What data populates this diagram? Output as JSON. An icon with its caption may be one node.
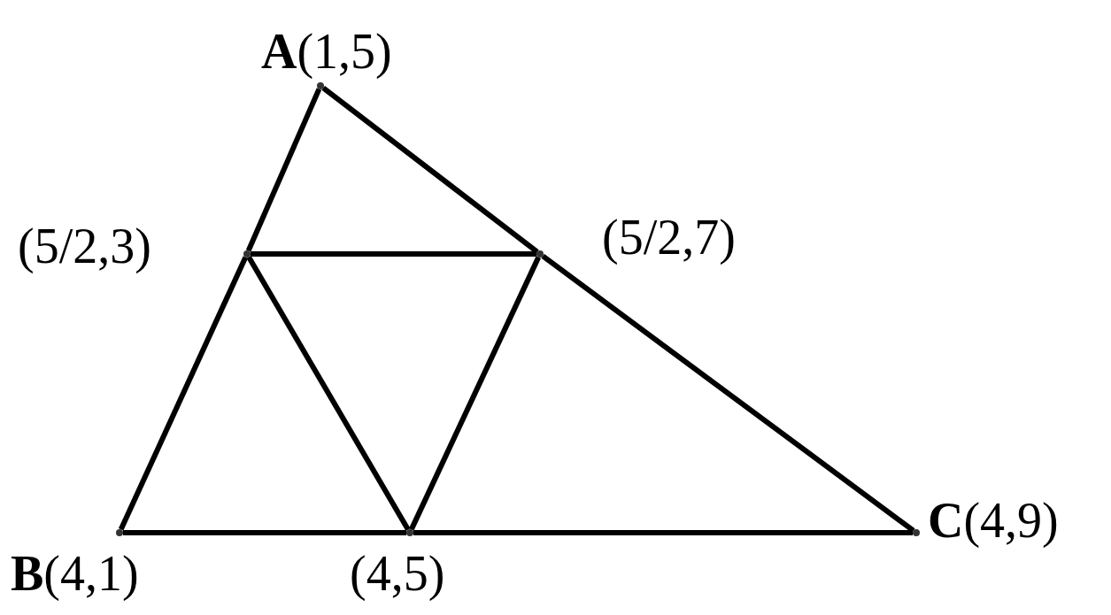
{
  "diagram": {
    "nodes": [
      {
        "text": [],
        "shape": "dot",
        "beside": [
          "**A**(1,5)"
        ]
      },
      {
        "text": [],
        "shape": "dot",
        "beside": [
          "(5/2,3)"
        ]
      },
      {
        "text": [],
        "shape": "dot",
        "beside": [
          "(5/2,7)"
        ]
      },
      {
        "text": [],
        "shape": "dot",
        "beside": [
          "**B**(4,1)"
        ]
      },
      {
        "text": [],
        "shape": "dot",
        "beside": [
          "(4,5)"
        ]
      },
      {
        "text": [],
        "shape": "dot",
        "beside": [
          "**C**(4,9)"
        ]
      }
    ],
    "edges": [
      {
        "from": 0,
        "to": 1,
        "arrow": "none"
      },
      {
        "from": 1,
        "to": 3,
        "arrow": "none"
      },
      {
        "from": 3,
        "to": 4,
        "arrow": "none"
      },
      {
        "from": 4,
        "to": 5,
        "arrow": "none"
      },
      {
        "from": 5,
        "to": 2,
        "arrow": "none"
      },
      {
        "from": 2,
        "to": 0,
        "arrow": "none"
      },
      {
        "from": 1,
        "to": 2,
        "arrow": "none"
      },
      {
        "from": 1,
        "to": 4,
        "arrow": "none"
      },
      {
        "from": 4,
        "to": 2,
        "arrow": "none"
      }
    ]
  }
}
